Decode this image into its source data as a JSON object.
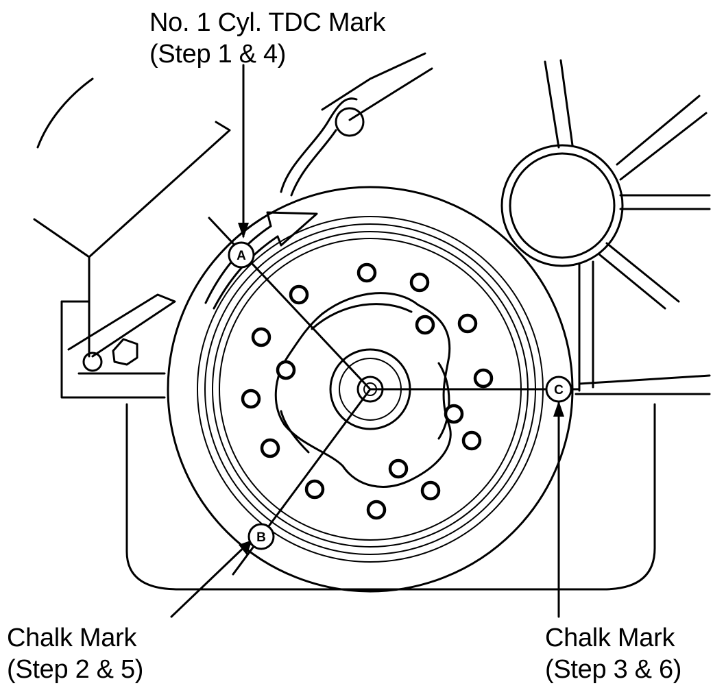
{
  "labels": {
    "tdc_line1": "No. 1 Cyl. TDC Mark",
    "tdc_line2": "(Step 1 & 4)",
    "chalk_b_line1": "Chalk Mark",
    "chalk_b_line2": "(Step 2 & 5)",
    "chalk_c_line1": "Chalk Mark",
    "chalk_c_line2": "(Step 3 & 6)"
  },
  "markers": {
    "a": "A",
    "b": "B",
    "c": "C"
  }
}
